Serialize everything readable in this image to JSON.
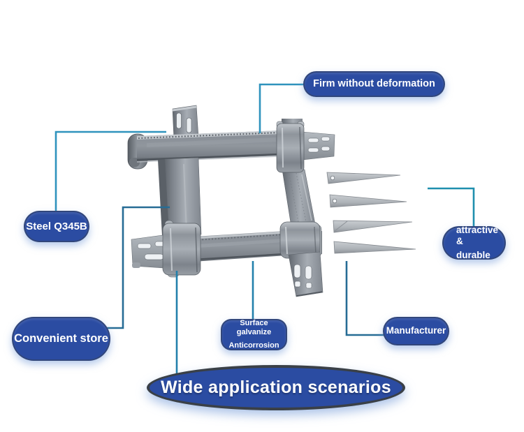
{
  "callouts": {
    "firm": {
      "label": "Firm without deformation"
    },
    "steel": {
      "label": "Steel Q345B"
    },
    "attractive": {
      "line1": "attractive &",
      "line2": "durable"
    },
    "convenient": {
      "label": "Convenient store"
    },
    "surface": {
      "line1": "Surface galvanize",
      "line2": "Anticorrosion"
    },
    "manufacturer": {
      "label": "Manufacturer"
    },
    "wide": {
      "label": "Wide application scenarios"
    }
  },
  "colors": {
    "pill_blue": "#2b4ca2",
    "banner_border": "#3a4047",
    "line_teal": "#2f93bd",
    "line_dark_teal": "#266c95",
    "metal_gray": "#8a9097",
    "background": "#ffffff"
  }
}
